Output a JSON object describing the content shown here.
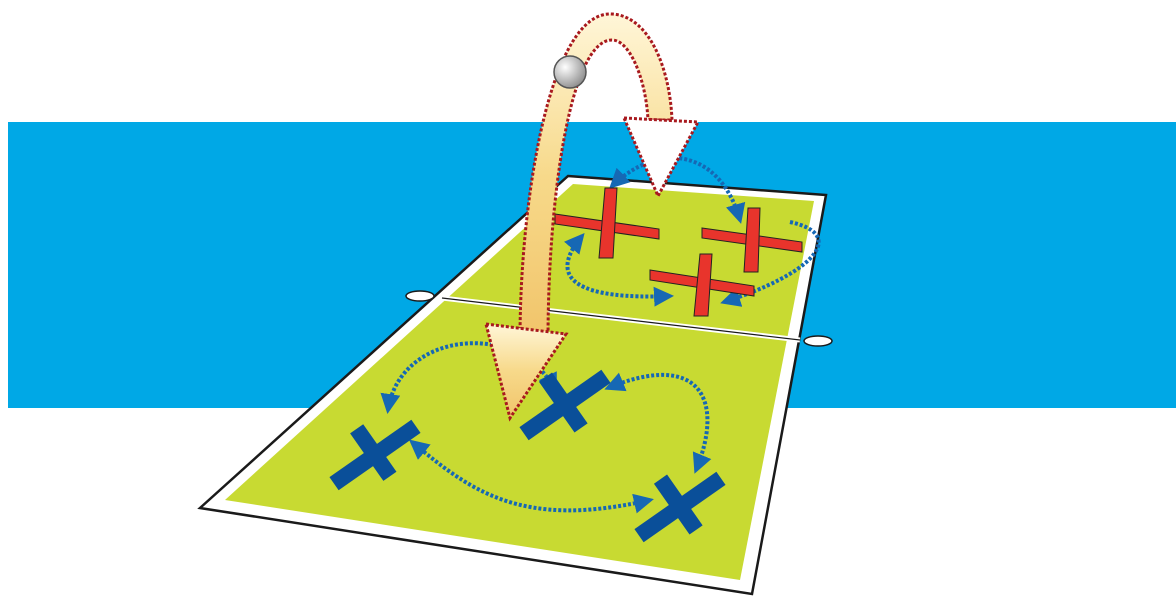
{
  "colors": {
    "background": "#ffffff",
    "band": "#00a8e6",
    "court_surface": "#c8da32",
    "court_line": "#ffffff",
    "court_outline": "#1a1a1a",
    "team_near": "#0a4f99",
    "team_far": "#e8342c",
    "movement_path": "#1668b4",
    "ball_flight": "#f7d98a",
    "ball_flight_border": "#a8191e",
    "ball": "#cfcfcf"
  },
  "court": {
    "net_markers": 2
  },
  "players": {
    "near_team_count": 3,
    "far_team_count": 3
  },
  "icons": [
    "player-x-marker",
    "dotted-arrow",
    "ball",
    "flight-arc"
  ]
}
